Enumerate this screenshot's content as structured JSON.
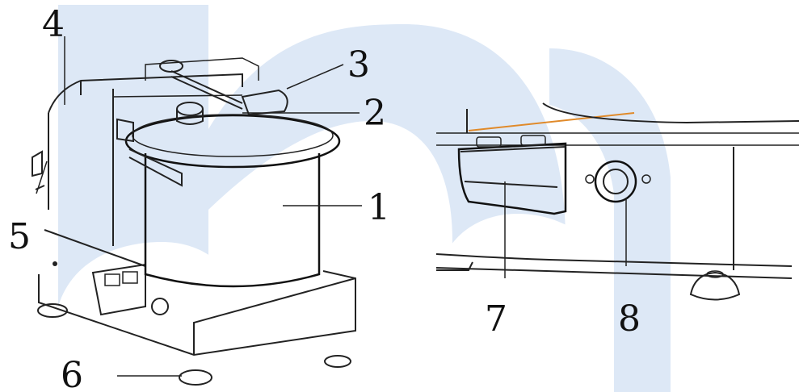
{
  "watermark": {
    "color": "#dde8f6",
    "shape": "stylized-letter-n"
  },
  "left_figure": {
    "callouts": {
      "c1": "1",
      "c2": "2",
      "c3": "3",
      "c4": "4",
      "c5": "5",
      "c6": "6"
    }
  },
  "right_figure": {
    "callouts": {
      "c7": "7",
      "c8": "8"
    },
    "accent_line_color": "#e08a2a"
  }
}
